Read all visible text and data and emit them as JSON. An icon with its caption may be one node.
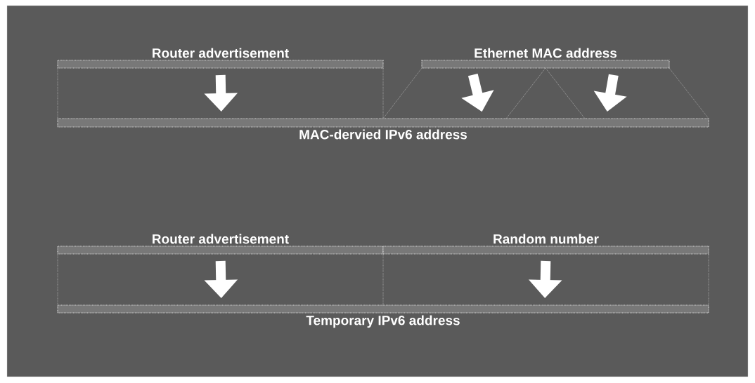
{
  "diagram": {
    "nodes": [
      {
        "text": [
          "Router advertisement"
        ]
      },
      {
        "text": [
          "Ethernet MAC address"
        ]
      },
      {
        "text": [
          "MAC-dervied IPv6 address"
        ]
      },
      {
        "text": [
          "Router advertisement"
        ]
      },
      {
        "text": [
          "Random number"
        ]
      },
      {
        "text": [
          "Temporary IPv6 address"
        ]
      }
    ],
    "edges": [
      {
        "from": 0,
        "to": 2,
        "arrow": "to"
      },
      {
        "from": 1,
        "to": 2,
        "arrow": "to"
      },
      {
        "from": 1,
        "to": 2,
        "arrow": "to"
      },
      {
        "from": 3,
        "to": 5,
        "arrow": "to"
      },
      {
        "from": 4,
        "to": 5,
        "arrow": "to"
      }
    ]
  }
}
